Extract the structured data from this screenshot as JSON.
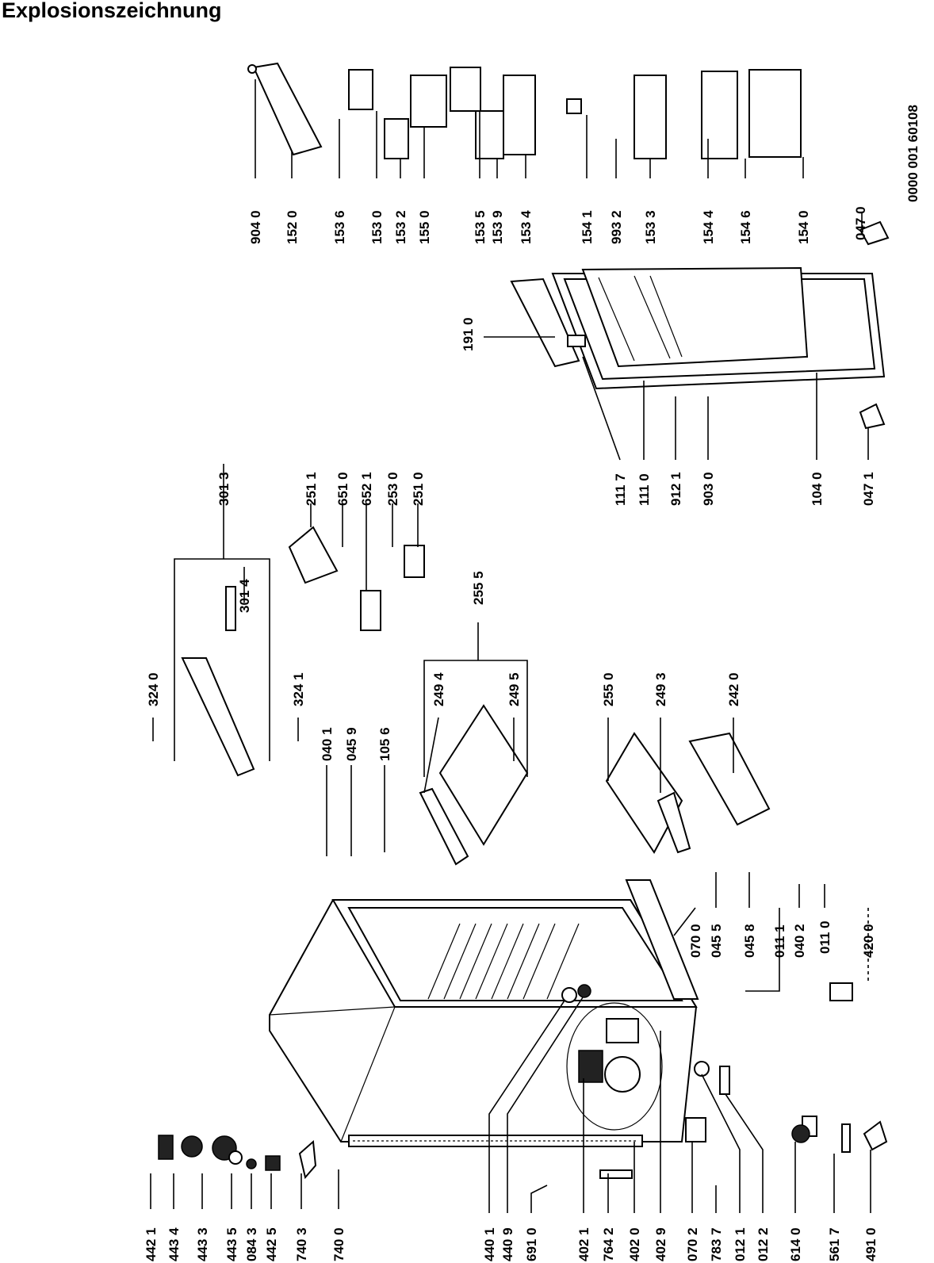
{
  "title": "Explosionszeichnung",
  "drawing_number": "0000 001 60108",
  "labels": [
    "904 0",
    "152 0",
    "153 6",
    "153 0",
    "153 2",
    "155 0",
    "153 5",
    "153 9",
    "153 4",
    "154 1",
    "993 2",
    "153 3",
    "154 4",
    "154 6",
    "154 0",
    "047 0",
    "191 0",
    "111 7",
    "111 0",
    "912 1",
    "903 0",
    "104 0",
    "047 1",
    "301 3",
    "251 1",
    "651 0",
    "652 1",
    "253 0",
    "251 0",
    "301 4",
    "255 5",
    "324 0",
    "324 1",
    "040 1",
    "045 9",
    "105 6",
    "249 4",
    "249 5",
    "255 0",
    "249 3",
    "242 0",
    "070 0",
    "045 5",
    "045 8",
    "011 1",
    "040 2",
    "011 0",
    "420 0",
    "442 1",
    "443 4",
    "443 3",
    "443 5",
    "084 3",
    "442 5",
    "740 3",
    "740 0",
    "440 1",
    "440 9",
    "691 0",
    "402 1",
    "764 2",
    "402 0",
    "402 9",
    "070 2",
    "783 7",
    "012 1",
    "012 2",
    "614 0",
    "561 7",
    "491 0"
  ]
}
